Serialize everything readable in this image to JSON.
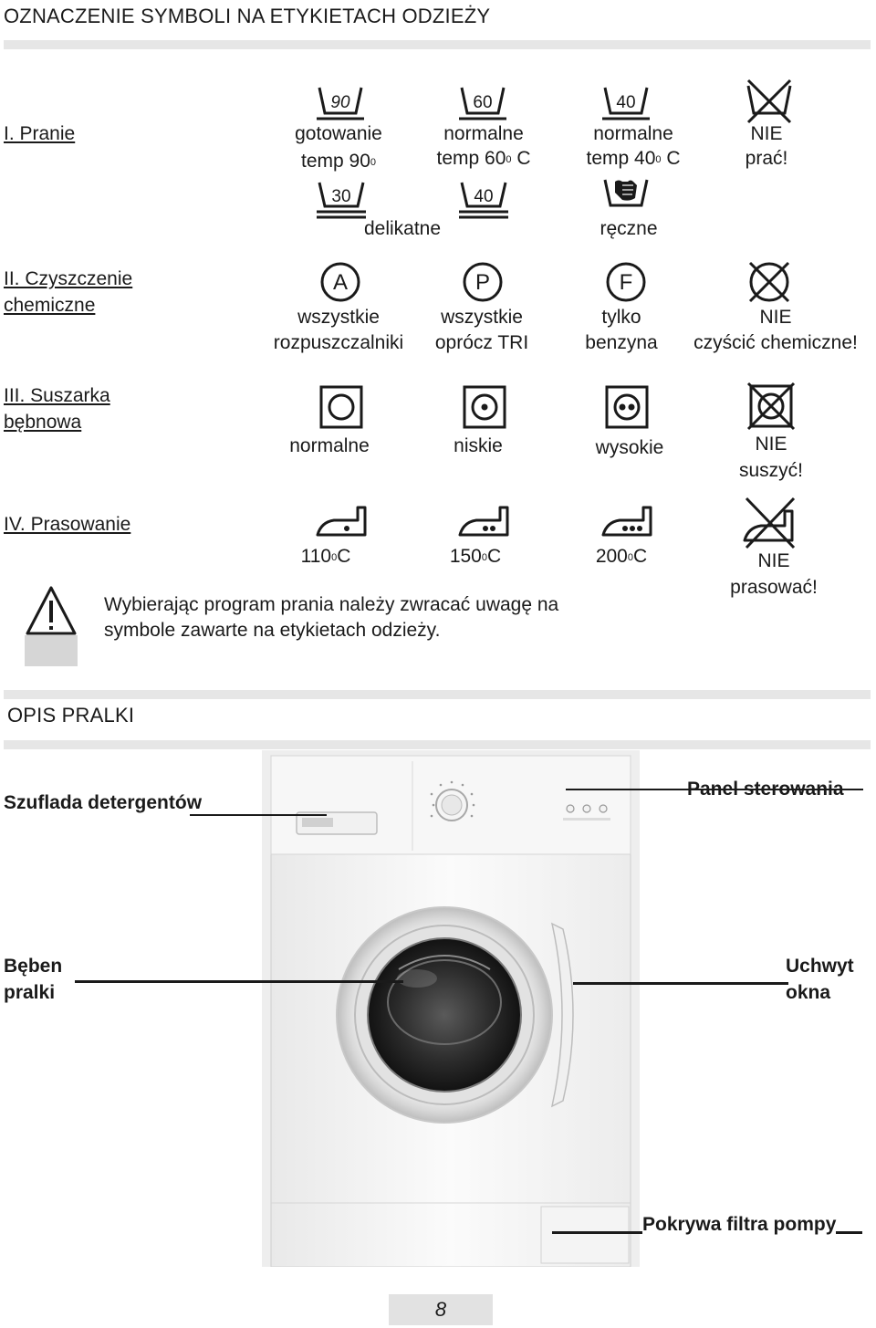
{
  "title": "OZNACZENIE SYMBOLI NA ETYKIETACH ODZIEŻY",
  "sections": {
    "washing": {
      "heading": "I. Pranie",
      "symbols": [
        {
          "icon": "wash-tub-90-icon",
          "number": "90",
          "line1": "gotowanie",
          "line2": "temp 90",
          "sup": "0"
        },
        {
          "icon": "wash-tub-60-icon",
          "number": "60",
          "line1": "normalne",
          "line2": "temp 60",
          "sup": "0",
          "suffix": " C"
        },
        {
          "icon": "wash-tub-40-icon",
          "number": "40",
          "line1": "normalne",
          "line2": "temp 40",
          "sup": "0",
          "suffix": " C"
        },
        {
          "icon": "no-wash-icon",
          "line1": "NIE",
          "line2": "prać!"
        }
      ],
      "delicate": {
        "numbers": [
          "30",
          "40"
        ],
        "label": "delikatne"
      },
      "hand": {
        "icon": "hand-wash-icon",
        "label": "ręczne"
      }
    },
    "dry_cleaning": {
      "heading_line1": "II. Czyszczenie",
      "heading_line2": "chemiczne",
      "symbols": [
        {
          "icon": "dry-clean-a-icon",
          "letter": "A",
          "line1": "wszystkie",
          "line2": "rozpuszczalniki"
        },
        {
          "icon": "dry-clean-p-icon",
          "letter": "P",
          "line1": "wszystkie",
          "line2": "oprócz TRI"
        },
        {
          "icon": "dry-clean-f-icon",
          "letter": "F",
          "line1": "tylko",
          "line2": "benzyna"
        },
        {
          "icon": "no-dry-clean-icon",
          "line1": "NIE",
          "line2": "czyścić chemiczne!"
        }
      ]
    },
    "tumble_dry": {
      "heading_line1": "III. Suszarka",
      "heading_line2": "bębnowa",
      "symbols": [
        {
          "icon": "tumble-dry-normal-icon",
          "line1": "normalne"
        },
        {
          "icon": "tumble-dry-low-icon",
          "line1": "niskie"
        },
        {
          "icon": "tumble-dry-high-icon",
          "line1": "wysokie"
        },
        {
          "icon": "no-tumble-dry-icon",
          "line1": "NIE",
          "line2": "suszyć!"
        }
      ]
    },
    "ironing": {
      "heading": "IV. Prasowanie",
      "symbols": [
        {
          "icon": "iron-1-dot-icon",
          "value": "110",
          "sup": "0",
          "unit": "C"
        },
        {
          "icon": "iron-2-dots-icon",
          "value": "150",
          "sup": "0",
          "unit": "C"
        },
        {
          "icon": "iron-3-dots-icon",
          "value": "200",
          "sup": "0",
          "unit": "C"
        },
        {
          "icon": "no-iron-icon",
          "line1": "NIE",
          "line2": "prasować!"
        }
      ]
    }
  },
  "warning": {
    "icon": "warning-triangle-icon",
    "line1": "Wybierając program prania należy zwracać uwagę na",
    "line2": "symbole zawarte na etykietach odzieży."
  },
  "description_title": "OPIS PRALKI",
  "machine_labels": {
    "drawer": "Szuflada detergentów",
    "panel": "Panel sterowania",
    "drum_line1": "Bęben",
    "drum_line2": "pralki",
    "handle_line1": "Uchwyt",
    "handle_line2": "okna",
    "filter": "Pokrywa filtra pompy"
  },
  "page_number": "8",
  "colors": {
    "text": "#1a1a1a",
    "bars": "#e6e6e6",
    "page_box": "#e2e2e2"
  }
}
